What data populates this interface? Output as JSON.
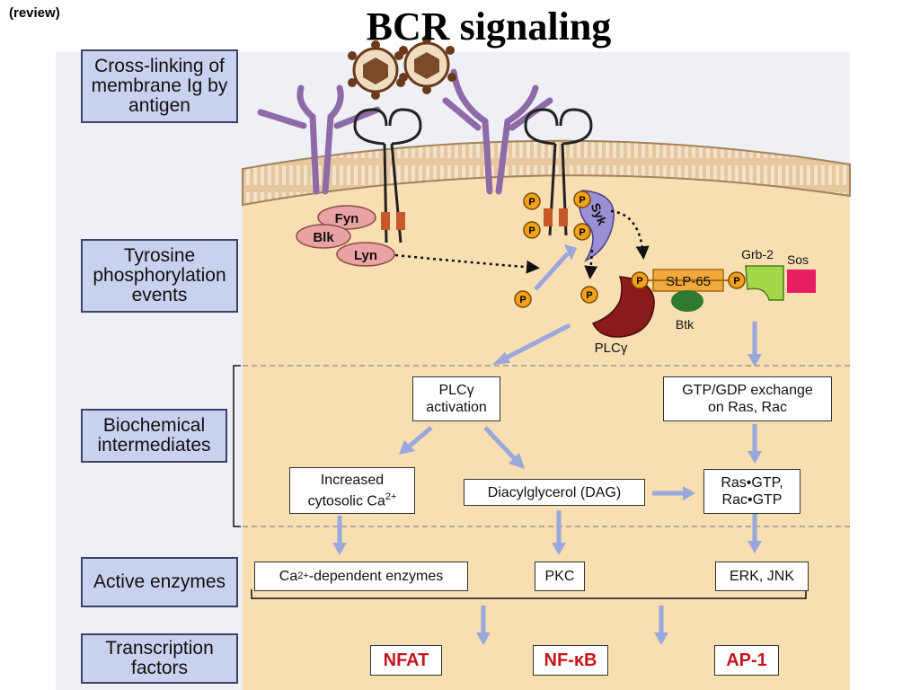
{
  "header": {
    "review": "(review)",
    "title": "BCR signaling"
  },
  "stages": [
    "Cross-linking of membrane Ig by antigen",
    "Tyrosine phosphorylation events",
    "Biochemical intermediates",
    "Active enzymes",
    "Transcription factors"
  ],
  "kinases": {
    "fyn": "Fyn",
    "blk": "Blk",
    "lyn": "Lyn",
    "syk": "Syk"
  },
  "adaptors": {
    "slp65": "SLP-65",
    "btk": "Btk",
    "grb2": "Grb-2",
    "sos": "Sos",
    "plcg": "PLCγ"
  },
  "phospho": "P",
  "intermediates": {
    "plcg_activation": [
      "PLCγ",
      "activation"
    ],
    "gtp_exchange": [
      "GTP/GDP exchange",
      "on Ras, Rac"
    ],
    "calcium": [
      "Increased",
      "cytosolic Ca",
      "2+"
    ],
    "dag": "Diacylglycerol  (DAG)",
    "ras_gtp": [
      "Ras•GTP,",
      "Rac•GTP"
    ]
  },
  "enzymes": {
    "ca_enzymes_pre": "Ca",
    "ca_enzymes_sup": "2+",
    "ca_enzymes_post": "-dependent enzymes",
    "pkc": "PKC",
    "erk": "ERK, JNK"
  },
  "transcription_factors": {
    "nfat": "NFAT",
    "nfkb": "NF-κB",
    "ap1": "AP-1"
  },
  "colors": {
    "cell": "#f7dfb2",
    "membrane": "#d9b98a",
    "lyn": "#e9a3a3",
    "syk": "#9b8fd6",
    "plcg": "#8b1a1a",
    "slp65": "#f0a93a",
    "btk": "#2f7a2f",
    "grb2": "#a6d64a",
    "sos": "#e81e63",
    "phospho": "#f0a21a",
    "arrow": "#9aa7dc",
    "tf_text": "#c4161c"
  }
}
